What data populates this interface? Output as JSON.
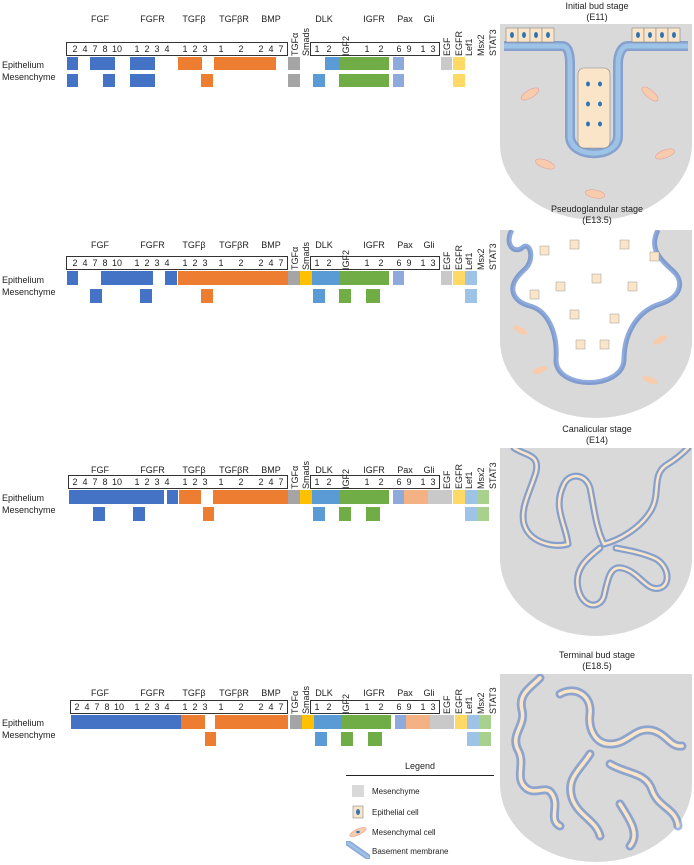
{
  "row_labels": [
    "Epithelium",
    "Mesenchyme"
  ],
  "legend": {
    "title": "Legend",
    "items": [
      "Mesenchyme",
      "Epithelial cell",
      "Mesenchymal cell",
      "Basement membrane"
    ]
  },
  "colors": {
    "fgf": "#4472C4",
    "tgfb": "#ED7D31",
    "tgfa": "#A5A5A5",
    "smads": "#FFC000",
    "dlk": "#5B9BD5",
    "igf": "#70AD47",
    "pax": "#8EA9DB",
    "gli": "#F4B183",
    "egf": "#C9C9C9",
    "lef1": "#FFD966",
    "msx2": "#9DC3E6",
    "stat3": "#A9D18E",
    "tissue": "#D9D9D9",
    "membrane": "#8FAADC",
    "cell": "#FBE5C8"
  },
  "stages": [
    {
      "title": "Initial bud stage",
      "sub": "(E11)"
    },
    {
      "title": "Pseudoglandular stage",
      "sub": "(E13.5)"
    },
    {
      "title": "Canalicular stage",
      "sub": "(E14)"
    },
    {
      "title": "Terminal bud stage",
      "sub": "(E18.5)"
    }
  ],
  "panels": [
    {
      "groups": [
        {
          "label": "FGF",
          "numbers": [
            "2",
            "4",
            "7",
            "8",
            "10"
          ]
        },
        {
          "label": "FGFR",
          "numbers": [
            "1",
            "2",
            "3",
            "4"
          ]
        },
        {
          "label": "TGFβ",
          "numbers": [
            "1",
            "2",
            "3"
          ]
        },
        {
          "label": "TGFβR",
          "numbers": [
            "1",
            "2"
          ]
        },
        {
          "label": "BMP",
          "numbers": [
            "2",
            "4",
            "7"
          ]
        },
        {
          "label": "DLK",
          "numbers": [
            "1",
            "2"
          ]
        },
        {
          "label": "IGFR",
          "numbers": [
            "1",
            "2"
          ]
        },
        {
          "label": "Pax",
          "numbers": [
            "6",
            "9"
          ]
        },
        {
          "label": "Gli",
          "numbers": [
            "1",
            "3"
          ]
        }
      ],
      "rotated": [
        "TGFα",
        "Smads",
        "IGF2",
        "EGF",
        "EGFR",
        "Lef1",
        "Msx2",
        "STAT3"
      ]
    },
    {
      "groups": [
        {
          "label": "FGF",
          "numbers": [
            "2",
            "4",
            "7",
            "8",
            "10"
          ]
        },
        {
          "label": "FGFR",
          "numbers": [
            "1",
            "2",
            "3",
            "4"
          ]
        },
        {
          "label": "TGFβ",
          "numbers": [
            "1",
            "2",
            "3"
          ]
        },
        {
          "label": "TGFβR",
          "numbers": [
            "1",
            "2"
          ]
        },
        {
          "label": "BMP",
          "numbers": [
            "2",
            "4",
            "7"
          ]
        },
        {
          "label": "DLK",
          "numbers": [
            "1",
            "2"
          ]
        },
        {
          "label": "IGFR",
          "numbers": [
            "1",
            "2"
          ]
        },
        {
          "label": "Pax",
          "numbers": [
            "6",
            "9"
          ]
        },
        {
          "label": "Gli",
          "numbers": [
            "1",
            "3"
          ]
        }
      ],
      "rotated": [
        "TGFα",
        "Smads",
        "IGF2",
        "EGF",
        "EGFR",
        "Lef1",
        "Msx2",
        "STAT3"
      ]
    },
    {
      "groups": [
        {
          "label": "FGF",
          "numbers": [
            "2",
            "4",
            "7",
            "8",
            "10"
          ]
        },
        {
          "label": "FGFR",
          "numbers": [
            "1",
            "2",
            "3",
            "4"
          ]
        },
        {
          "label": "TGFβ",
          "numbers": [
            "1",
            "2",
            "3"
          ]
        },
        {
          "label": "TGFβR",
          "numbers": [
            "1",
            "2"
          ]
        },
        {
          "label": "BMP",
          "numbers": [
            "2",
            "4",
            "7"
          ]
        },
        {
          "label": "DLK",
          "numbers": [
            "1",
            "2"
          ]
        },
        {
          "label": "IGFR",
          "numbers": [
            "1",
            "2"
          ]
        },
        {
          "label": "Pax",
          "numbers": [
            "6",
            "9"
          ]
        },
        {
          "label": "Gli",
          "numbers": [
            "1",
            "3"
          ]
        }
      ],
      "rotated": [
        "TGFα",
        "Smads",
        "IGF2",
        "EGF",
        "EGFR",
        "Lef1",
        "Msx2",
        "STAT3"
      ]
    },
    {
      "groups": [
        {
          "label": "FGF",
          "numbers": [
            "2",
            "4",
            "7",
            "8",
            "10"
          ]
        },
        {
          "label": "FGFR",
          "numbers": [
            "1",
            "2",
            "3",
            "4"
          ]
        },
        {
          "label": "TGFβ",
          "numbers": [
            "1",
            "2",
            "3"
          ]
        },
        {
          "label": "TGFβR",
          "numbers": [
            "1",
            "2"
          ]
        },
        {
          "label": "BMP",
          "numbers": [
            "2",
            "4",
            "7"
          ]
        },
        {
          "label": "DLK",
          "numbers": [
            "1",
            "2"
          ]
        },
        {
          "label": "IGFR",
          "numbers": [
            "1",
            "2"
          ]
        },
        {
          "label": "Pax",
          "numbers": [
            "6",
            "9"
          ]
        },
        {
          "label": "Gli",
          "numbers": [
            "1",
            "3"
          ]
        }
      ],
      "rotated": [
        "TGFα",
        "Smads",
        "IGF2",
        "EGF",
        "EGFR",
        "Lef1",
        "Msx2",
        "STAT3"
      ]
    }
  ]
}
